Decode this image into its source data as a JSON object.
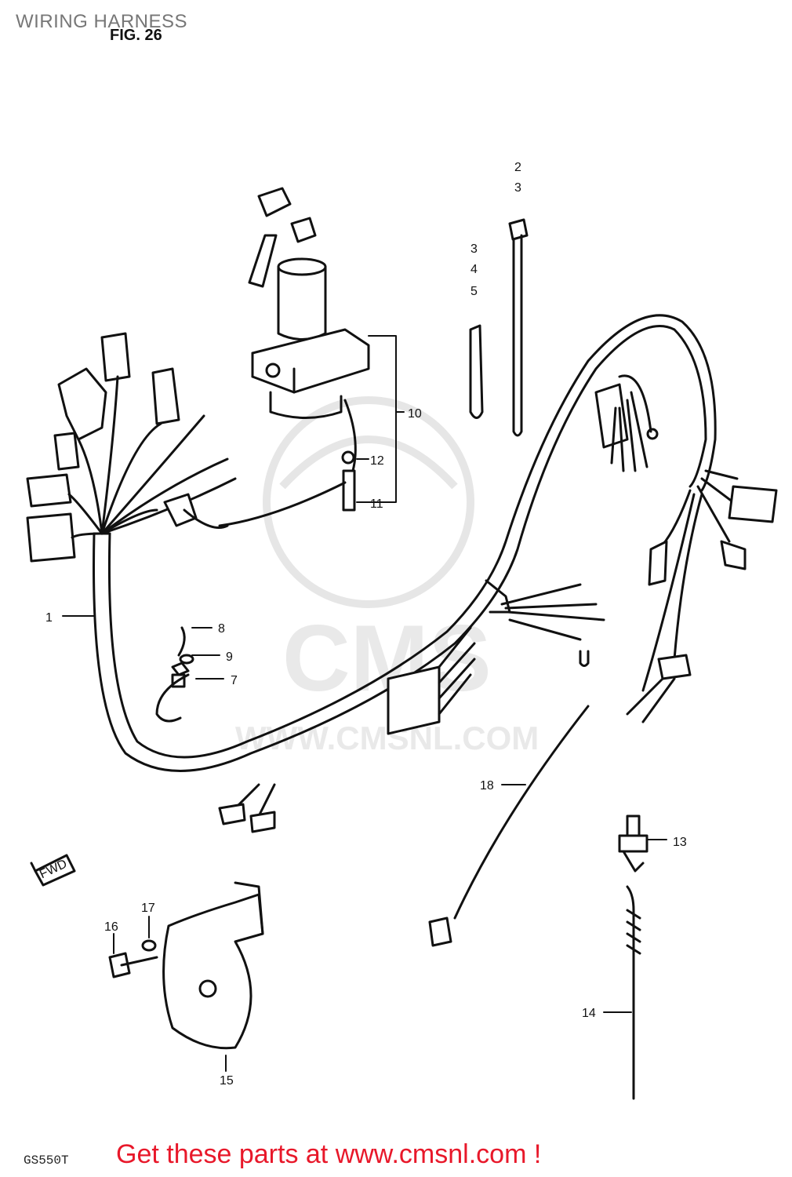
{
  "header": {
    "title": "WIRING HARNESS",
    "figure": "FIG. 26"
  },
  "watermark": {
    "text": "WWW.CMSNL.COM",
    "logo": "CMS"
  },
  "part_labels": {
    "p1": "1",
    "p2": "2",
    "p3": "3",
    "p3b": "3",
    "p4": "4",
    "p5": "5",
    "p7": "7",
    "p8": "8",
    "p9": "9",
    "p10": "10",
    "p11": "11",
    "p12": "12",
    "p13": "13",
    "p14": "14",
    "p15": "15",
    "p16": "16",
    "p17": "17",
    "p18": "18",
    "fwd": "FWD"
  },
  "footer": {
    "model_code": "GS550T",
    "cta": "Get these parts at www.cmsnl.com !"
  },
  "colors": {
    "line": "#111111",
    "watermark": "#e6e6e6",
    "cta": "#e8182a"
  }
}
